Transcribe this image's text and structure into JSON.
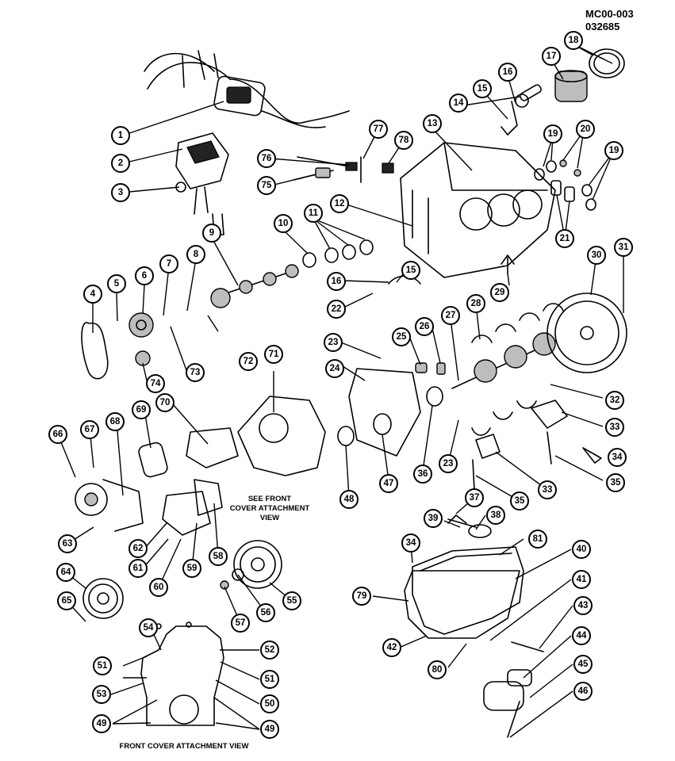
{
  "header": {
    "code": "MC00-003",
    "date": "032685"
  },
  "notes": {
    "see_front_line1": "SEE FRONT",
    "see_front_line2": "COVER ATTACHMENT",
    "see_front_line3": "VIEW",
    "front_cover_title": "FRONT COVER ATTACHMENT VIEW"
  },
  "callouts": [
    "1",
    "2",
    "3",
    "4",
    "5",
    "6",
    "7",
    "8",
    "9",
    "10",
    "11",
    "12",
    "13",
    "14",
    "15",
    "16",
    "17",
    "18",
    "19",
    "20",
    "21",
    "22",
    "23",
    "24",
    "25",
    "26",
    "27",
    "28",
    "29",
    "30",
    "31",
    "32",
    "33",
    "34",
    "35",
    "36",
    "37",
    "38",
    "39",
    "40",
    "41",
    "42",
    "43",
    "44",
    "45",
    "46",
    "47",
    "48",
    "49",
    "50",
    "51",
    "52",
    "53",
    "54",
    "55",
    "56",
    "57",
    "58",
    "59",
    "60",
    "61",
    "62",
    "63",
    "64",
    "65",
    "66",
    "67",
    "68",
    "69",
    "70",
    "71",
    "72",
    "73",
    "74",
    "75",
    "76",
    "77",
    "78",
    "79",
    "80",
    "81"
  ]
}
